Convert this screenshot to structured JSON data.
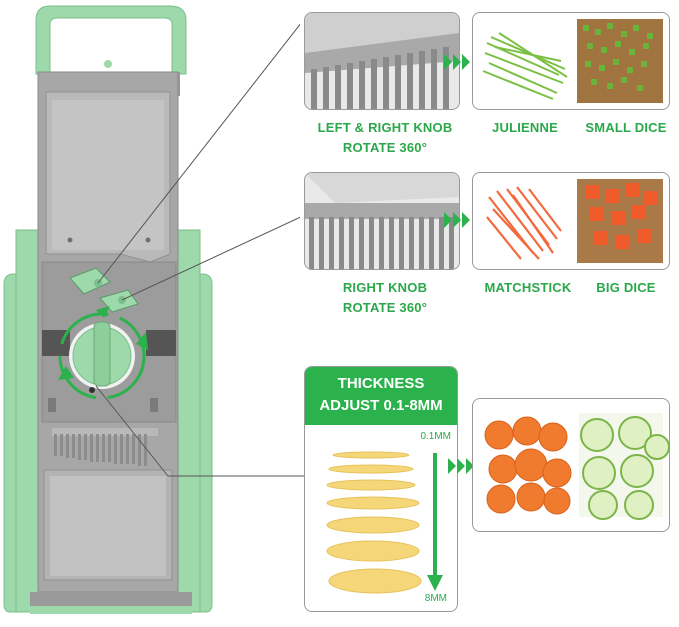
{
  "features": {
    "knob_both": {
      "line1": "LEFT & RIGHT KNOB",
      "line2": "ROTATE 360°"
    },
    "knob_right": {
      "line1": "RIGHT KNOB",
      "line2": "ROTATE 360°"
    },
    "thickness": {
      "line1": "THICKNESS",
      "line2": "ADJUST 0.1-8MM",
      "min_label": "0.1MM",
      "max_label": "8MM"
    }
  },
  "results": {
    "julienne": "JULIENNE",
    "small_dice": "SMALL DICE",
    "matchstick": "MATCHSTICK",
    "big_dice": "BIG DICE"
  },
  "colors": {
    "accent": "#2bb24c",
    "body": "#9ed9ab",
    "blade": "#8c8c8c"
  },
  "icons": [
    "green-chevron-arrow-icon",
    "rotate-arrows-icon",
    "down-arrow-icon"
  ]
}
